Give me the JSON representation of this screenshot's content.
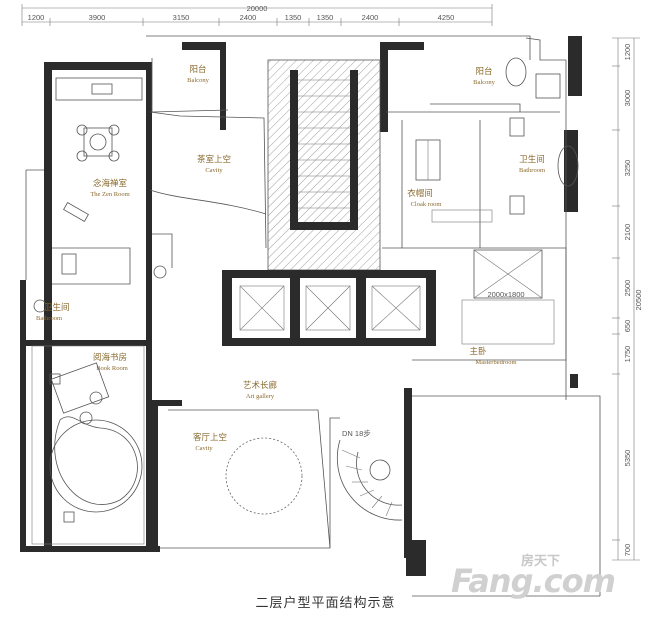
{
  "dimensions": {
    "overall_top": "20000",
    "top": [
      "1200",
      "3900",
      "3150",
      "2400",
      "1350",
      "1350",
      "2400",
      "4250"
    ],
    "overall_right": "20500",
    "right": [
      "1200",
      "3000",
      "3250",
      "2100",
      "2500",
      "650",
      "1750",
      "5350",
      "700"
    ]
  },
  "rooms": {
    "balcony_left": {
      "cn": "阳台",
      "en": "Balcony"
    },
    "balcony_right": {
      "cn": "阳台",
      "en": "Balcony"
    },
    "zen_room": {
      "cn": "念海禅室",
      "en": "The Zen Room"
    },
    "tea_cavity": {
      "cn": "茶室上空",
      "en": "Cavity"
    },
    "cloakroom": {
      "cn": "衣帽间",
      "en": "Cloak room"
    },
    "bathroom_right": {
      "cn": "卫生间",
      "en": "Bathroom"
    },
    "bathroom_left": {
      "cn": "卫生间",
      "en": "Bathroom"
    },
    "masterbedroom": {
      "cn": "主卧",
      "en": "Masterbedroom"
    },
    "book_room": {
      "cn": "阅海书房",
      "en": "Book Room"
    },
    "art_gallery": {
      "cn": "艺术长廊",
      "en": "Art gallery"
    },
    "living_cavity": {
      "cn": "客厅上空",
      "en": "Cavity"
    }
  },
  "labels": {
    "bed_size": "2000x1800",
    "stair": "DN 18步"
  },
  "caption": "二层户型平面结构示意",
  "watermark": {
    "cn": "房天下",
    "en": "Fang.com"
  },
  "colors": {
    "label": "#8a6a2e",
    "wall": "#2b2b2b",
    "watermark": "#d0d0d0"
  }
}
